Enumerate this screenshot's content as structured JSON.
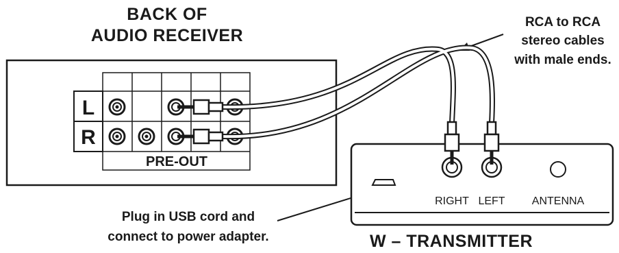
{
  "receiver": {
    "title_line1": "BACK OF",
    "title_line2": "AUDIO RECEIVER",
    "row_left": "L",
    "row_right": "R",
    "panel_label": "PRE-OUT"
  },
  "cable_note": {
    "line1": "RCA to RCA",
    "line2": "stereo cables",
    "line3": "with male ends."
  },
  "usb_note": {
    "line1": "Plug in USB cord and",
    "line2": "connect to power adapter."
  },
  "transmitter": {
    "title": "W – TRANSMITTER",
    "right_label": "RIGHT",
    "left_label": "LEFT",
    "antenna_label": "ANTENNA"
  },
  "colors": {
    "ink": "#1a1a1a",
    "background": "#ffffff"
  }
}
